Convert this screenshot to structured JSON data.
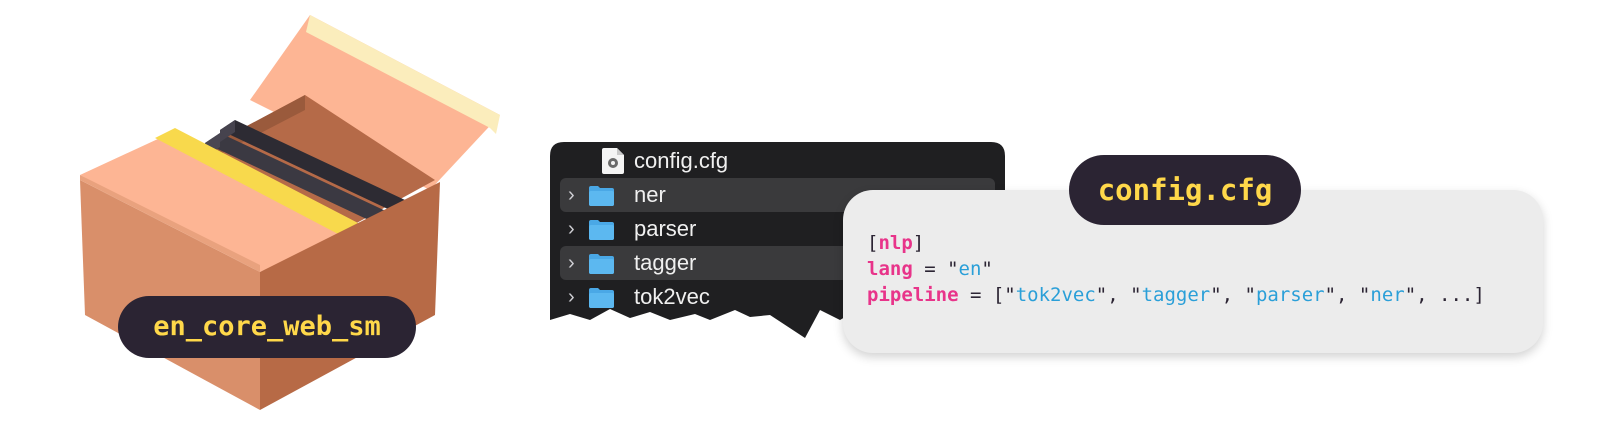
{
  "package": {
    "name": "en_core_web_sm"
  },
  "browser": {
    "rows": [
      {
        "label": "config.cfg",
        "icon": "cfg-file-icon"
      },
      {
        "label": "ner",
        "icon": "folder-icon"
      },
      {
        "label": "parser",
        "icon": "folder-icon"
      },
      {
        "label": "tagger",
        "icon": "folder-icon"
      },
      {
        "label": "tok2vec",
        "icon": "folder-icon"
      }
    ]
  },
  "config": {
    "title": "config.cfg",
    "section": "nlp",
    "lang_key": "lang",
    "lang_value": "en",
    "pipeline_key": "pipeline",
    "pipeline": [
      "tok2vec",
      "tagger",
      "parser",
      "ner"
    ],
    "ellipsis": "..."
  },
  "colors": {
    "pill_bg": "#2b2433",
    "pill_text": "#ffd84a",
    "keyword": "#e8348a",
    "string": "#2a9fd8",
    "folder": "#4aa8e6",
    "box": "#d98f6a"
  }
}
